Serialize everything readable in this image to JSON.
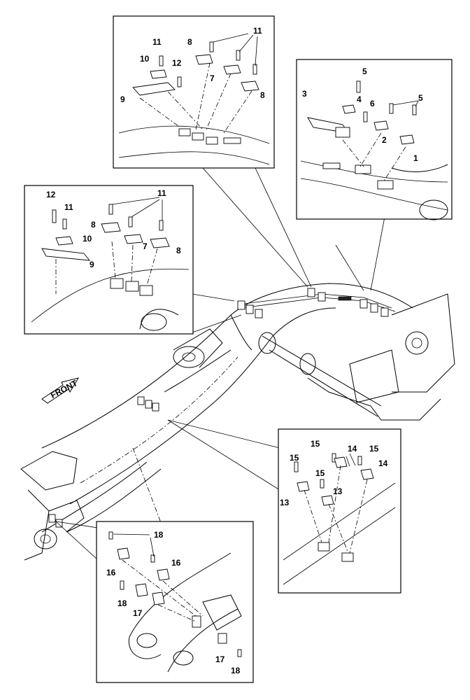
{
  "front_arrow": {
    "label": "FRONT"
  },
  "callouts": {
    "top": [
      "11",
      "8",
      "11",
      "10",
      "12",
      "7",
      "9",
      "8"
    ],
    "right": [
      "5",
      "3",
      "4",
      "6",
      "5",
      "2",
      "1"
    ],
    "left": [
      "12",
      "11",
      "11",
      "8",
      "10",
      "7",
      "9",
      "8"
    ],
    "mid": [
      "15",
      "14",
      "15",
      "15",
      "14",
      "15",
      "13",
      "13"
    ],
    "bottom": [
      "18",
      "16",
      "16",
      "18",
      "17",
      "17",
      "18"
    ]
  }
}
